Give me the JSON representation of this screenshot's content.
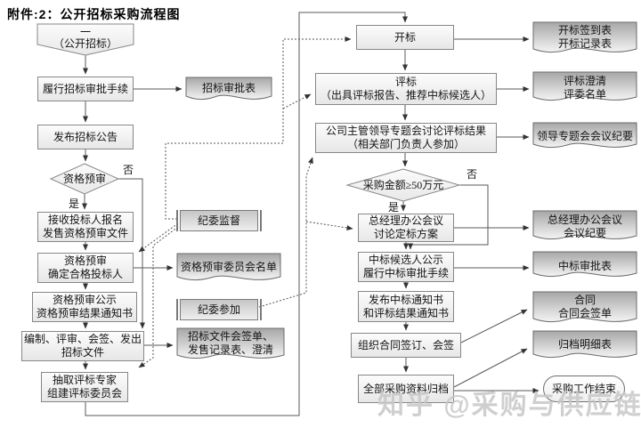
{
  "title": "附件:2：公开招标采购流程图",
  "watermark": "知乎 @采购与供应链汇",
  "branches": {
    "preq_no": "否",
    "preq_yes": "是",
    "amount_no": "否",
    "amount_yes": "是"
  },
  "nodes": {
    "start": {
      "lines": [
        "一",
        "（公开招标）"
      ]
    },
    "approval": {
      "lines": [
        "履行招标审批手续"
      ]
    },
    "announce": {
      "lines": [
        "发布招标公告"
      ]
    },
    "preq": {
      "lines": [
        "资格预审"
      ]
    },
    "accept": {
      "lines": [
        "接收投标人报名",
        "发售资格预审文件"
      ]
    },
    "confirm": {
      "lines": [
        "资格预审",
        "确定合格投标人"
      ]
    },
    "publicity": {
      "lines": [
        "资格预审公示",
        "资格预审结果通知书"
      ]
    },
    "prepare": {
      "lines": [
        "编制、评审、会签、发出",
        "招标文件"
      ]
    },
    "experts": {
      "lines": [
        "抽取评标专家",
        "组建评标委员会"
      ]
    },
    "docApproval": {
      "lines": [
        "招标审批表"
      ]
    },
    "jwSupervise": {
      "lines": [
        "纪委监督"
      ]
    },
    "docCommittee": {
      "lines": [
        "资格预审委员会名单"
      ]
    },
    "jwJoin": {
      "lines": [
        "纪委参加"
      ]
    },
    "docCountersign": {
      "lines": [
        "招标文件会签单、",
        "发售记录表、澄清"
      ]
    },
    "open": {
      "lines": [
        "开标"
      ]
    },
    "evaluate": {
      "lines": [
        "评标",
        "（出具评标报告、推荐中标候选人）"
      ]
    },
    "special": {
      "lines": [
        "公司主管领导专题会讨论评标结果",
        "（相关部门负责人参加）"
      ]
    },
    "amount": {
      "lines": [
        "采购金额≥50万元"
      ]
    },
    "gm": {
      "lines": [
        "总经理办公会议",
        "讨论定标方案"
      ]
    },
    "winner": {
      "lines": [
        "中标候选人公示",
        "履行中标审批手续"
      ]
    },
    "notice": {
      "lines": [
        "发布中标通知书",
        "和评标结果通知书"
      ]
    },
    "contract": {
      "lines": [
        "组织合同签订、会签"
      ]
    },
    "archive": {
      "lines": [
        "全部采购资料归档"
      ]
    },
    "rdoc1": {
      "lines": [
        "开标签到表",
        "开标记录表"
      ]
    },
    "rdoc2": {
      "lines": [
        "评标澄清",
        "评委名单"
      ]
    },
    "rdoc3": {
      "lines": [
        "领导专题会会议纪要"
      ]
    },
    "rdoc4": {
      "lines": [
        "总经理办公会议",
        "会议纪要"
      ]
    },
    "rdoc5": {
      "lines": [
        "中标审批表"
      ]
    },
    "rdoc6": {
      "lines": [
        "合同",
        "合同会签单"
      ]
    },
    "rdoc7": {
      "lines": [
        "归档明细表"
      ]
    },
    "end": {
      "lines": [
        "采购工作结束"
      ]
    }
  }
}
